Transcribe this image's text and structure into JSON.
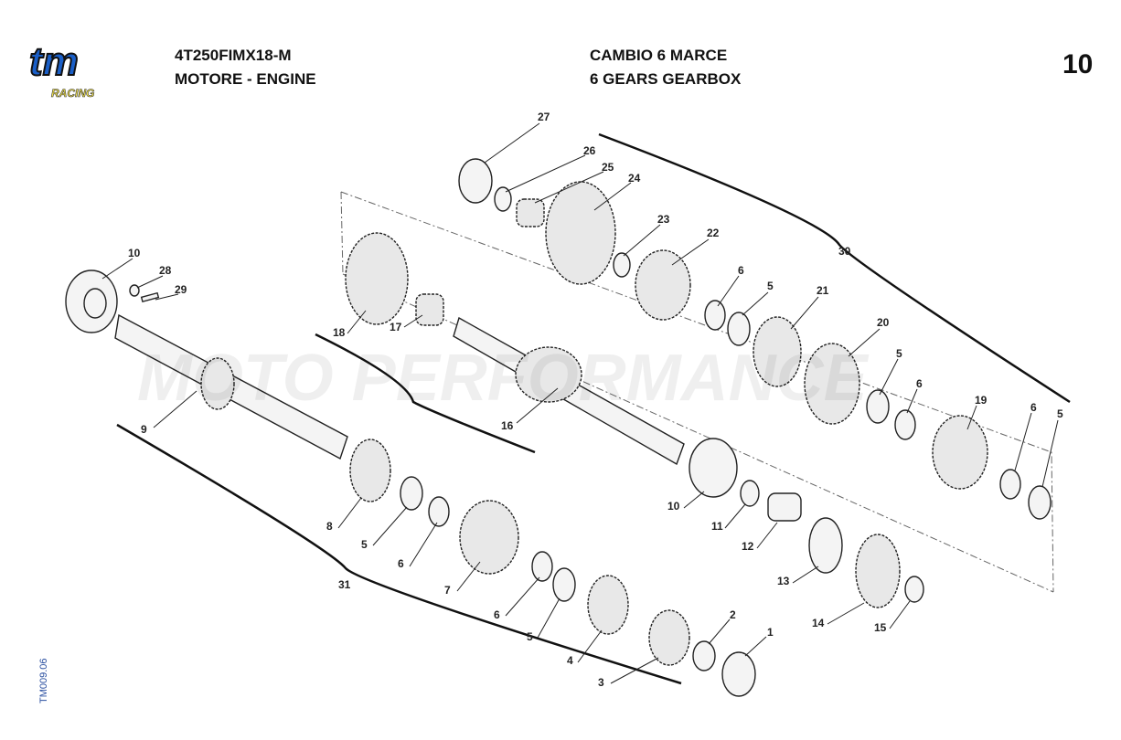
{
  "header": {
    "logo_text": "tm",
    "logo_sub": "RACING",
    "model_code": "4T250FIMX18-M",
    "group": "MOTORE - ENGINE",
    "title_it": "CAMBIO 6 MARCE",
    "title_en": "6 GEARS GEARBOX",
    "page_number": "10"
  },
  "drawing_code": "TM009.06",
  "watermark": "MOTO PERFORMANCE",
  "callouts": [
    "27",
    "26",
    "25",
    "24",
    "23",
    "22",
    "6",
    "5",
    "21",
    "20",
    "5",
    "6",
    "19",
    "6",
    "5",
    "30",
    "10",
    "28",
    "29",
    "18",
    "17",
    "16",
    "9",
    "8",
    "5",
    "6",
    "7",
    "31",
    "6",
    "5",
    "4",
    "3",
    "2",
    "1",
    "10",
    "11",
    "12",
    "13",
    "14",
    "15"
  ],
  "colors": {
    "logo_blue": "#1a5fc8",
    "logo_yellow": "#f2e24a"
  }
}
